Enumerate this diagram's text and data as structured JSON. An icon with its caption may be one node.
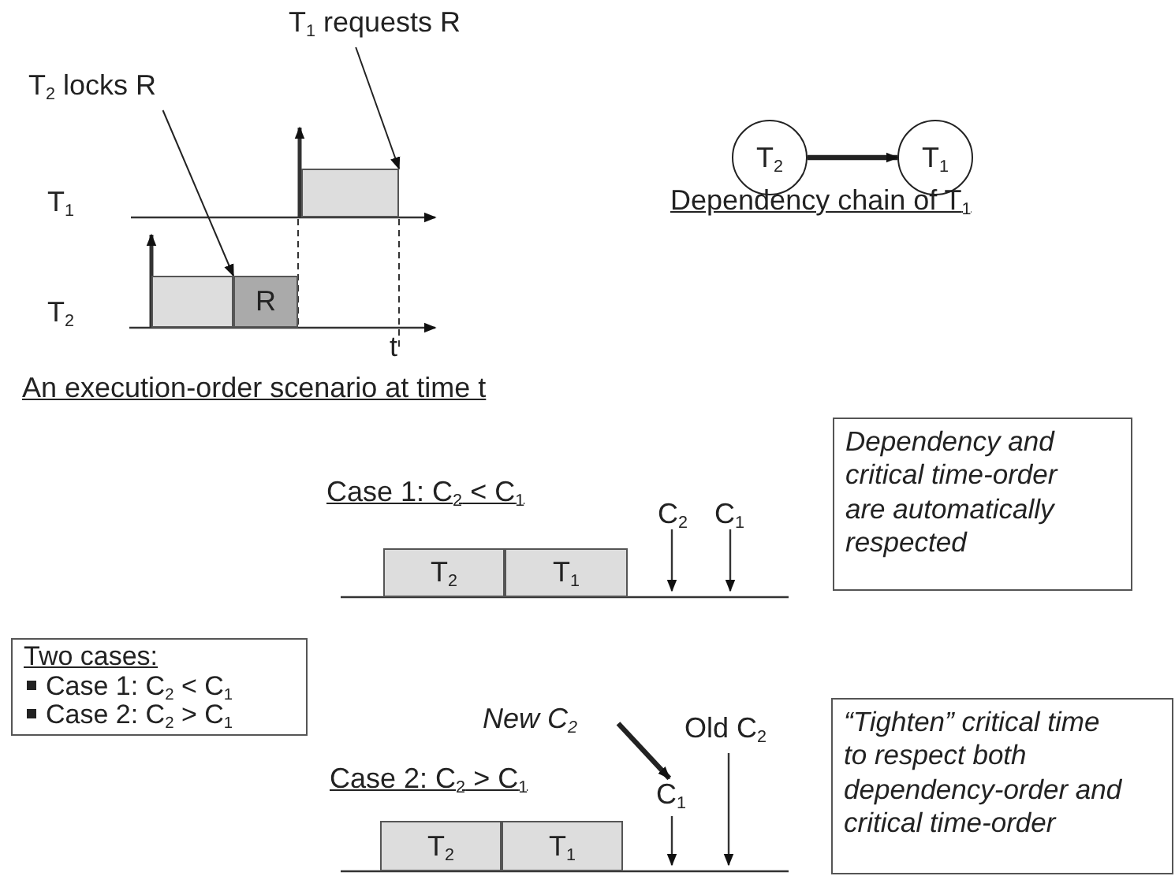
{
  "diagram": {
    "nodes": [
      {
        "text": [
          "T$_{2}$ locks R"
        ]
      },
      {
        "text": [
          "T$_{1}$ requests R"
        ]
      },
      {
        "text": [],
        "shape": "box"
      },
      {
        "text": [],
        "shape": "box"
      },
      {
        "text": [
          "R"
        ]
      },
      {
        "text": [
          "T$_{2}$"
        ]
      },
      {
        "text": [
          "T$_{1}$"
        ]
      },
      {
        "text": [
          "Dependency and critical time-order are automatically respected"
        ]
      },
      {
        "text": [
          "Two cases:",
          "Case 1: C$_{2}$ < C$_{1}$",
          "Case 2: C$_{2}$ > C$_{1}$"
        ]
      },
      {
        "text": [
          "T$_{2}$"
        ]
      },
      {
        "text": [
          "T$_{1}$"
        ]
      },
      {
        "text": [
          "T$_{2}$"
        ]
      },
      {
        "text": [
          "T$_{1}$"
        ]
      },
      {
        "text": [
          "New C$_{2}$"
        ]
      },
      {
        "text": [
          "C$_{1}$"
        ]
      },
      {
        "text": [
          "“Tighten” critical time to respect both dependency-order and critical time-order"
        ]
      }
    ],
    "edges": [
      {
        "from": 0,
        "to": 4,
        "arrow": "to"
      },
      {
        "from": 1,
        "to": 2,
        "arrow": "to"
      },
      {
        "from": 5,
        "to": 6,
        "arrow": "to",
        "style": "thick"
      },
      {
        "from": 13,
        "to": 14,
        "arrow": "to",
        "style": "thick"
      }
    ],
    "labels": [
      "T$_{1}$",
      "Dependency chain of T$_{1}$",
      "T$_{2}$",
      "t",
      "An execution-order scenario at time t",
      "Case 1: C$_{2}$ < C$_{1}$",
      "C$_{2}$",
      "C$_{1}$",
      "Old C$_{2}$",
      "Case 2: C$_{2}$ > C$_{1}$"
    ]
  }
}
